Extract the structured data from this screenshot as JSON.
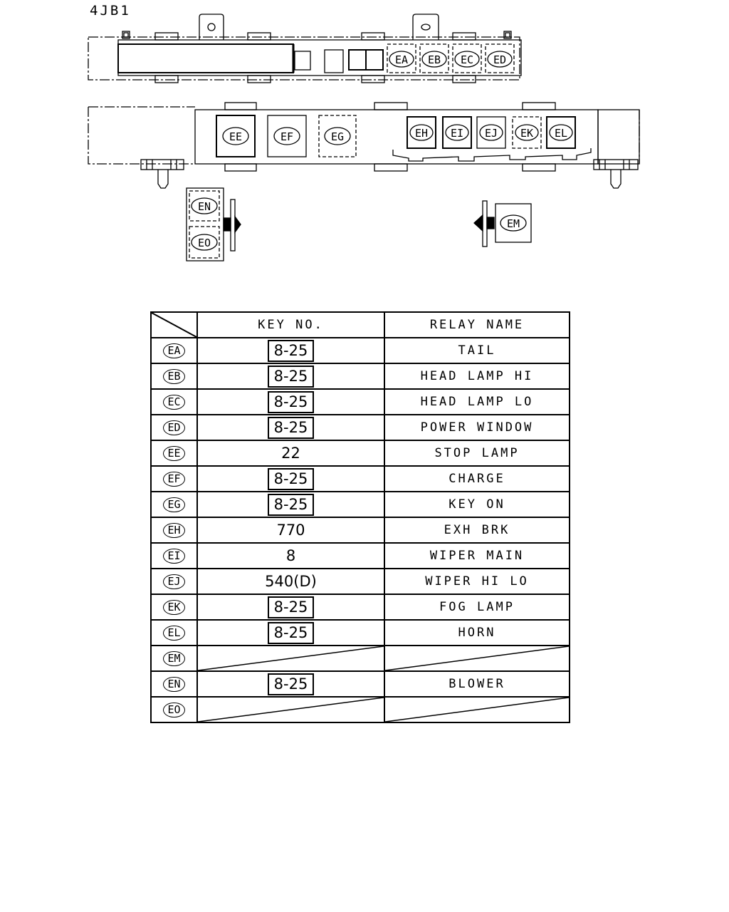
{
  "model": "4JB1",
  "diagram_labels": {
    "EA": "EA",
    "EB": "EB",
    "EC": "EC",
    "ED": "ED",
    "EE": "EE",
    "EF": "EF",
    "EG": "EG",
    "EH": "EH",
    "EI": "EI",
    "EJ": "EJ",
    "EK": "EK",
    "EL": "EL",
    "EM": "EM",
    "EN": "EN",
    "EO": "EO"
  },
  "table": {
    "headers": {
      "key": "KEY NO.",
      "name": "RELAY NAME"
    },
    "rows": [
      {
        "code": "EA",
        "key": "8-25",
        "boxed": true,
        "name": "TAIL"
      },
      {
        "code": "EB",
        "key": "8-25",
        "boxed": true,
        "name": "HEAD LAMP HI"
      },
      {
        "code": "EC",
        "key": "8-25",
        "boxed": true,
        "name": "HEAD LAMP LO"
      },
      {
        "code": "ED",
        "key": "8-25",
        "boxed": true,
        "name": "POWER WINDOW"
      },
      {
        "code": "EE",
        "key": "22",
        "boxed": false,
        "name": "STOP LAMP"
      },
      {
        "code": "EF",
        "key": "8-25",
        "boxed": true,
        "name": "CHARGE"
      },
      {
        "code": "EG",
        "key": "8-25",
        "boxed": true,
        "name": "KEY ON"
      },
      {
        "code": "EH",
        "key": "770",
        "boxed": false,
        "name": "EXH BRK"
      },
      {
        "code": "EI",
        "key": "8",
        "boxed": false,
        "name": "WIPER MAIN"
      },
      {
        "code": "EJ",
        "key": "540(D)",
        "boxed": false,
        "name": "WIPER HI LO"
      },
      {
        "code": "EK",
        "key": "8-25",
        "boxed": true,
        "name": "FOG LAMP"
      },
      {
        "code": "EL",
        "key": "8-25",
        "boxed": true,
        "name": "HORN"
      },
      {
        "code": "EM",
        "key": null,
        "boxed": false,
        "name": null
      },
      {
        "code": "EN",
        "key": "8-25",
        "boxed": true,
        "name": "BLOWER"
      },
      {
        "code": "EO",
        "key": null,
        "boxed": false,
        "name": null
      }
    ]
  }
}
